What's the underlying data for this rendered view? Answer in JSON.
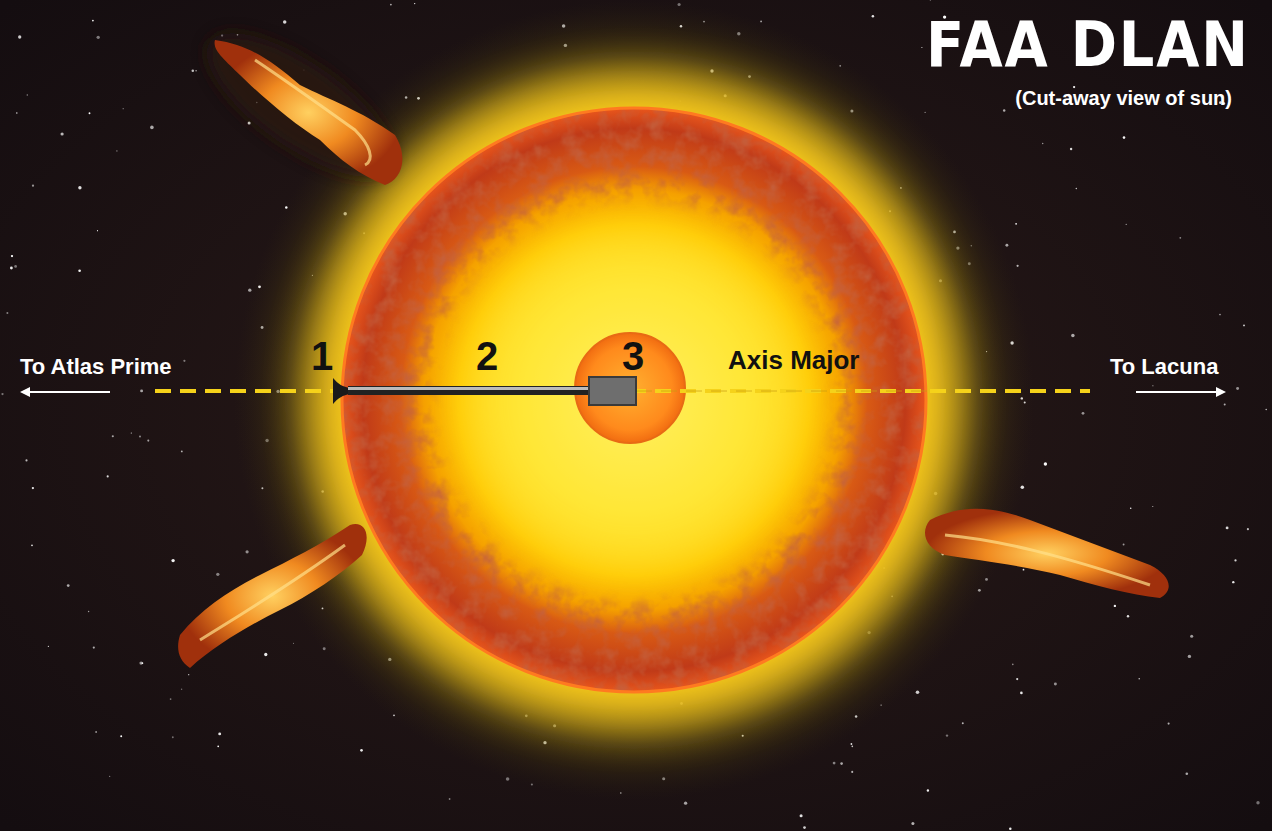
{
  "diagram": {
    "title": "FAA DLAN",
    "caption": "(Cut-away view of sun)",
    "labels": [
      "To Atlas Prime",
      "1",
      "2",
      "3",
      "Axis Major",
      "To Lacuna"
    ]
  }
}
